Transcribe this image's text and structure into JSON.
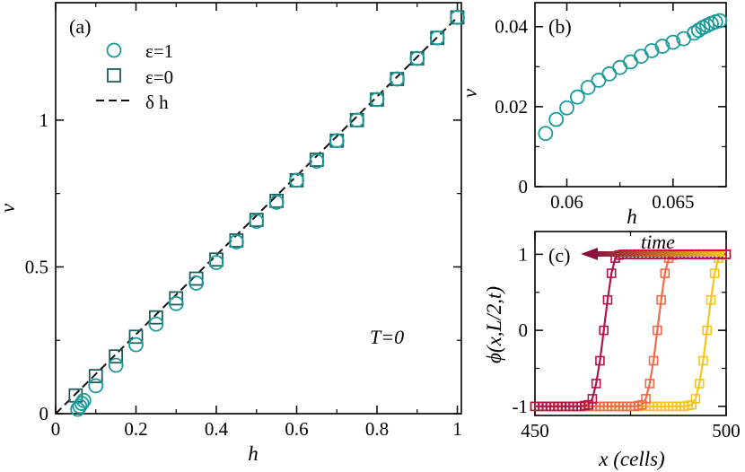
{
  "colors": {
    "teal": "#1a9a9a",
    "dark_teal": "#1f5c5c",
    "c1": "#b5124a",
    "c2": "#f26a4a",
    "c3": "#f5c518",
    "time_arrow_start": "#f5c518",
    "time_arrow_end": "#8a0f3c"
  },
  "chart_data": [
    {
      "type": "scatter",
      "panel_label": "(a)",
      "xlabel": "h",
      "ylabel": "v",
      "xlim": [
        0,
        1.01
      ],
      "ylim": [
        0,
        1.4
      ],
      "xticks": [
        0,
        0.2,
        0.4,
        0.6,
        0.8,
        1
      ],
      "xtick_labels": [
        "0",
        "0.2",
        "0.4",
        "0.6",
        "0.8",
        "1"
      ],
      "yticks": [
        0,
        0.5,
        1
      ],
      "ytick_labels": [
        "0",
        "0.5",
        "1"
      ],
      "annotation": "T=0",
      "legend": {
        "placement": "top-left",
        "entries": [
          "ε=1",
          "ε=0",
          "δ h"
        ]
      },
      "series": [
        {
          "name": "ε=1",
          "marker": "circle",
          "x": [
            0.055,
            0.06,
            0.065,
            0.07,
            0.1,
            0.15,
            0.2,
            0.25,
            0.3,
            0.35,
            0.4,
            0.45,
            0.5,
            0.55,
            0.6,
            0.65,
            0.7,
            0.75,
            0.8,
            0.85,
            0.9,
            0.95,
            1.0
          ],
          "y": [
            0.015,
            0.025,
            0.035,
            0.045,
            0.095,
            0.165,
            0.235,
            0.305,
            0.375,
            0.445,
            0.515,
            0.585,
            0.655,
            0.72,
            0.795,
            0.86,
            0.93,
            1.0,
            1.07,
            1.14,
            1.21,
            1.28,
            1.35
          ]
        },
        {
          "name": "ε=0",
          "marker": "square",
          "x": [
            0.05,
            0.1,
            0.15,
            0.2,
            0.25,
            0.3,
            0.35,
            0.4,
            0.45,
            0.5,
            0.55,
            0.6,
            0.65,
            0.7,
            0.75,
            0.8,
            0.85,
            0.9,
            0.95,
            1.0
          ],
          "y": [
            0.062,
            0.128,
            0.195,
            0.262,
            0.328,
            0.393,
            0.46,
            0.525,
            0.59,
            0.66,
            0.725,
            0.795,
            0.865,
            0.93,
            1.0,
            1.07,
            1.14,
            1.21,
            1.28,
            1.35
          ]
        },
        {
          "name": "δ h",
          "style": "dashed-line",
          "x": [
            0,
            1.0
          ],
          "y": [
            0,
            1.35
          ]
        }
      ]
    },
    {
      "type": "scatter",
      "panel_label": "(b)",
      "xlabel": "h",
      "ylabel": "v",
      "xlim": [
        0.0585,
        0.0675
      ],
      "ylim": [
        0,
        0.046
      ],
      "xticks": [
        0.06,
        0.065
      ],
      "xtick_labels": [
        "0.06",
        "0.065"
      ],
      "yticks": [
        0,
        0.02,
        0.04
      ],
      "ytick_labels": [
        "0",
        "0.02",
        "0.04"
      ],
      "series": [
        {
          "name": "ε=1",
          "marker": "circle",
          "x": [
            0.059,
            0.0595,
            0.06,
            0.0605,
            0.061,
            0.0615,
            0.062,
            0.0625,
            0.063,
            0.0635,
            0.064,
            0.0645,
            0.065,
            0.0655,
            0.066,
            0.0662,
            0.0664,
            0.0666,
            0.0668,
            0.067,
            0.0672
          ],
          "y": [
            0.0133,
            0.0168,
            0.0197,
            0.0224,
            0.0248,
            0.0266,
            0.0282,
            0.0298,
            0.0312,
            0.0326,
            0.034,
            0.0351,
            0.0361,
            0.037,
            0.0384,
            0.0391,
            0.0398,
            0.0403,
            0.0408,
            0.0412,
            0.0415
          ]
        }
      ]
    },
    {
      "type": "line",
      "panel_label": "(c)",
      "xlabel": "x (cells)",
      "ylabel": "ϕ(x,L/2,t)",
      "xlim": [
        450,
        500
      ],
      "ylim": [
        -1.12,
        1.3
      ],
      "xticks": [
        450,
        500
      ],
      "xtick_labels": [
        "450",
        "500"
      ],
      "yticks": [
        -1,
        0,
        1
      ],
      "ytick_labels": [
        "-1",
        "0",
        "1"
      ],
      "arrow_label": "time",
      "series": [
        {
          "marker": "square",
          "center": 468.5,
          "x": [
            450,
            451,
            452,
            453,
            454,
            455,
            456,
            457,
            458,
            459,
            460,
            461,
            462,
            463,
            464,
            465,
            466,
            467,
            468,
            469,
            470,
            471,
            472,
            473,
            474,
            475,
            476,
            477,
            478,
            479,
            480,
            481,
            482,
            483,
            484,
            485,
            486,
            487,
            488,
            489,
            490,
            491,
            492,
            493,
            494,
            495,
            496,
            497,
            498,
            499,
            500
          ],
          "y": [
            -1,
            -1,
            -1,
            -1,
            -1,
            -1,
            -1,
            -1,
            -1,
            -1,
            -1,
            -1,
            -1,
            -0.99,
            -0.98,
            -0.9,
            -0.7,
            -0.4,
            0,
            0.4,
            0.75,
            0.95,
            0.99,
            1,
            1,
            1,
            1,
            1,
            1,
            1,
            1,
            1,
            1,
            1,
            1,
            1,
            1,
            1,
            1,
            1,
            1,
            1,
            1,
            1,
            1,
            1,
            1,
            1,
            1,
            1,
            1
          ]
        },
        {
          "marker": "square",
          "center": 482.5,
          "x": [
            450,
            451,
            452,
            453,
            454,
            455,
            456,
            457,
            458,
            459,
            460,
            461,
            462,
            463,
            464,
            465,
            466,
            467,
            468,
            469,
            470,
            471,
            472,
            473,
            474,
            475,
            476,
            477,
            478,
            479,
            480,
            481,
            482,
            483,
            484,
            485,
            486,
            487,
            488,
            489,
            490,
            491,
            492,
            493,
            494,
            495,
            496,
            497,
            498,
            499,
            500
          ],
          "y": [
            -1,
            -1,
            -1,
            -1,
            -1,
            -1,
            -1,
            -1,
            -1,
            -1,
            -1,
            -1,
            -1,
            -1,
            -1,
            -1,
            -1,
            -1,
            -1,
            -1,
            -1,
            -1,
            -1,
            -1,
            -1,
            -1,
            -1,
            -0.99,
            -0.98,
            -0.9,
            -0.7,
            -0.4,
            0,
            0.4,
            0.75,
            0.95,
            0.99,
            1,
            1,
            1,
            1,
            1,
            1,
            1,
            1,
            1,
            1,
            1,
            1,
            1,
            1
          ]
        },
        {
          "marker": "square",
          "center": 495.5,
          "x": [
            450,
            451,
            452,
            453,
            454,
            455,
            456,
            457,
            458,
            459,
            460,
            461,
            462,
            463,
            464,
            465,
            466,
            467,
            468,
            469,
            470,
            471,
            472,
            473,
            474,
            475,
            476,
            477,
            478,
            479,
            480,
            481,
            482,
            483,
            484,
            485,
            486,
            487,
            488,
            489,
            490,
            491,
            492,
            493,
            494,
            495,
            496,
            497,
            498,
            499,
            500
          ],
          "y": [
            -1,
            -1,
            -1,
            -1,
            -1,
            -1,
            -1,
            -1,
            -1,
            -1,
            -1,
            -1,
            -1,
            -1,
            -1,
            -1,
            -1,
            -1,
            -1,
            -1,
            -1,
            -1,
            -1,
            -1,
            -1,
            -1,
            -1,
            -1,
            -1,
            -1,
            -1,
            -1,
            -1,
            -1,
            -1,
            -1,
            -1,
            -1,
            -1,
            -1,
            -0.99,
            -0.98,
            -0.9,
            -0.7,
            -0.4,
            0,
            0.4,
            0.75,
            0.95,
            0.99,
            1
          ]
        }
      ]
    }
  ]
}
